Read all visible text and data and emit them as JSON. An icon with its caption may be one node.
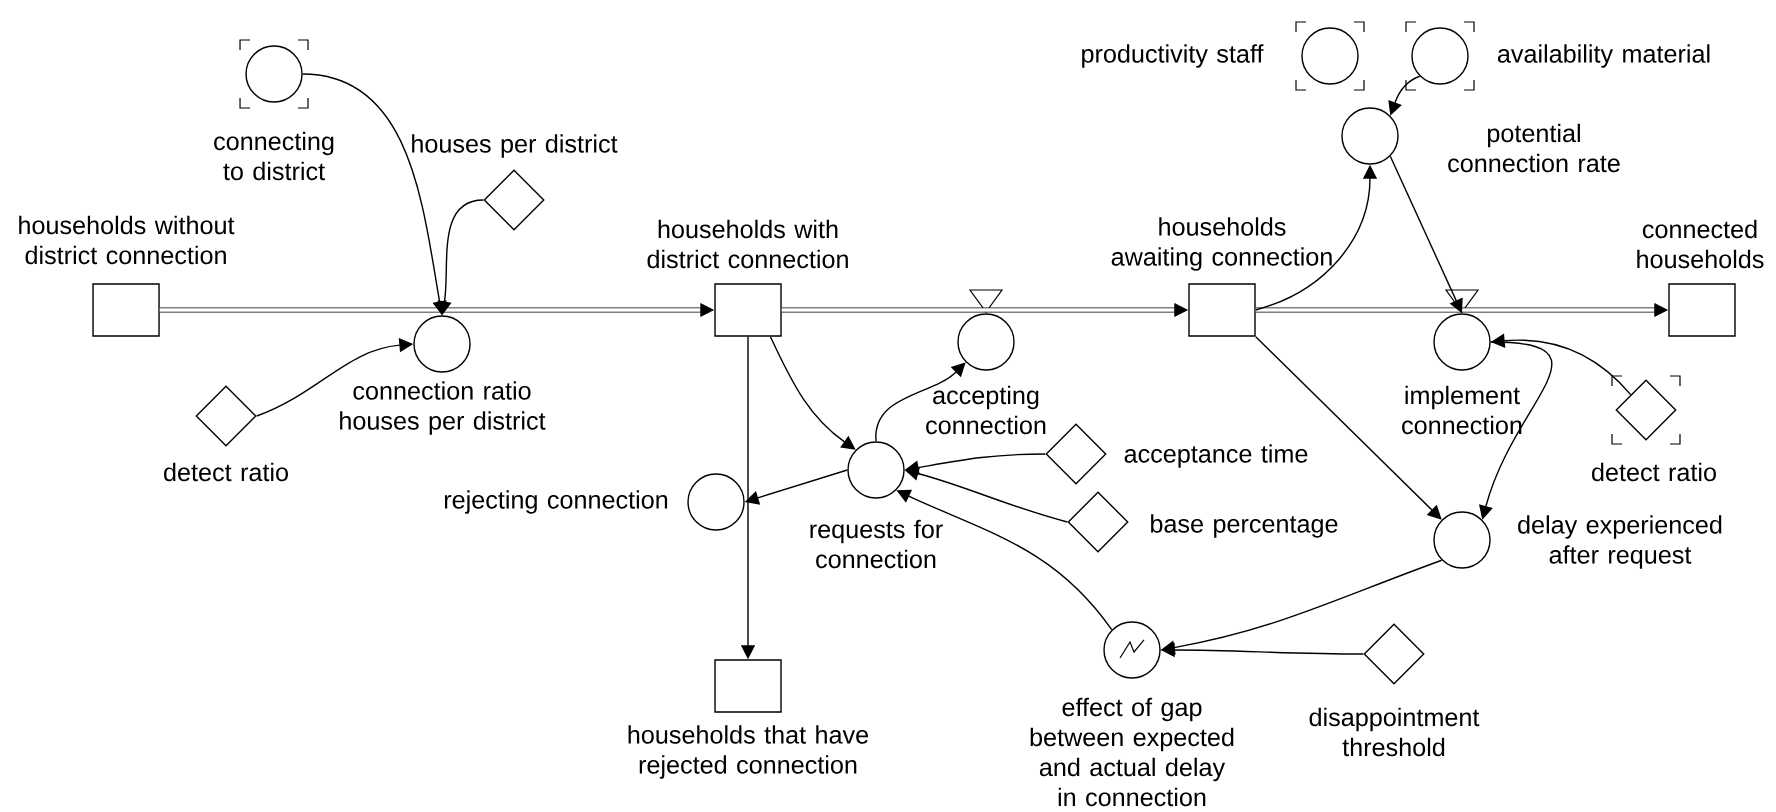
{
  "diagram": {
    "nodes": [
      {
        "text": [
          "households without district connection"
        ]
      },
      {
        "text": [
          "connecting to district"
        ]
      },
      {
        "text": [
          "houses per district"
        ]
      },
      {
        "text": [
          "connection ratio houses per district"
        ]
      },
      {
        "text": [
          "detect ratio"
        ]
      },
      {
        "text": [
          "households with district connection"
        ]
      },
      {
        "text": [
          "accepting connection"
        ]
      },
      {
        "text": [
          "households awaiting connection"
        ]
      },
      {
        "text": [
          "productivity staff"
        ]
      },
      {
        "text": [
          "availability material"
        ]
      },
      {
        "text": [
          "potential connection rate"
        ]
      },
      {
        "text": [
          "connected households"
        ]
      },
      {
        "text": [
          "implement connection"
        ]
      },
      {
        "text": [
          "detect ratio"
        ]
      },
      {
        "text": [
          "rejecting connection"
        ]
      },
      {
        "text": [
          "requests for connection"
        ]
      },
      {
        "text": [
          "acceptance time"
        ]
      },
      {
        "text": [
          "base percentage"
        ]
      },
      {
        "text": [
          "delay experienced after request"
        ]
      },
      {
        "text": [
          "households that have rejected connection"
        ]
      },
      {
        "text": [
          "effect of gap between expected and actual delay in connection"
        ]
      },
      {
        "text": [
          "disappointment threshold"
        ]
      }
    ],
    "edges": [
      {
        "from": 0,
        "to": 5,
        "arrow": "to",
        "style": "thick"
      },
      {
        "from": 5,
        "to": 7,
        "arrow": "to",
        "style": "thick"
      },
      {
        "from": 7,
        "to": 11,
        "arrow": "to",
        "style": "thick"
      },
      {
        "from": 5,
        "to": 19,
        "arrow": "to"
      },
      {
        "from": 1,
        "to": 3,
        "arrow": "to"
      },
      {
        "from": 2,
        "to": 3,
        "arrow": "to"
      },
      {
        "from": 4,
        "to": 3,
        "arrow": "to"
      },
      {
        "from": 5,
        "to": 15,
        "arrow": "to"
      },
      {
        "from": 15,
        "to": 6,
        "arrow": "to"
      },
      {
        "from": 16,
        "to": 15,
        "arrow": "to"
      },
      {
        "from": 17,
        "to": 15,
        "arrow": "to"
      },
      {
        "from": 20,
        "to": 15,
        "arrow": "to"
      },
      {
        "from": 15,
        "to": 14,
        "arrow": "to"
      },
      {
        "from": 7,
        "to": 10,
        "arrow": "to"
      },
      {
        "from": 9,
        "to": 10,
        "arrow": "to"
      },
      {
        "from": 10,
        "to": 12,
        "arrow": "to"
      },
      {
        "from": 13,
        "to": 12,
        "arrow": "to"
      },
      {
        "from": 12,
        "to": 18,
        "arrow": "to"
      },
      {
        "from": 7,
        "to": 18,
        "arrow": "to"
      },
      {
        "from": 18,
        "to": 20,
        "arrow": "to"
      },
      {
        "from": 21,
        "to": 20,
        "arrow": "to"
      }
    ]
  }
}
